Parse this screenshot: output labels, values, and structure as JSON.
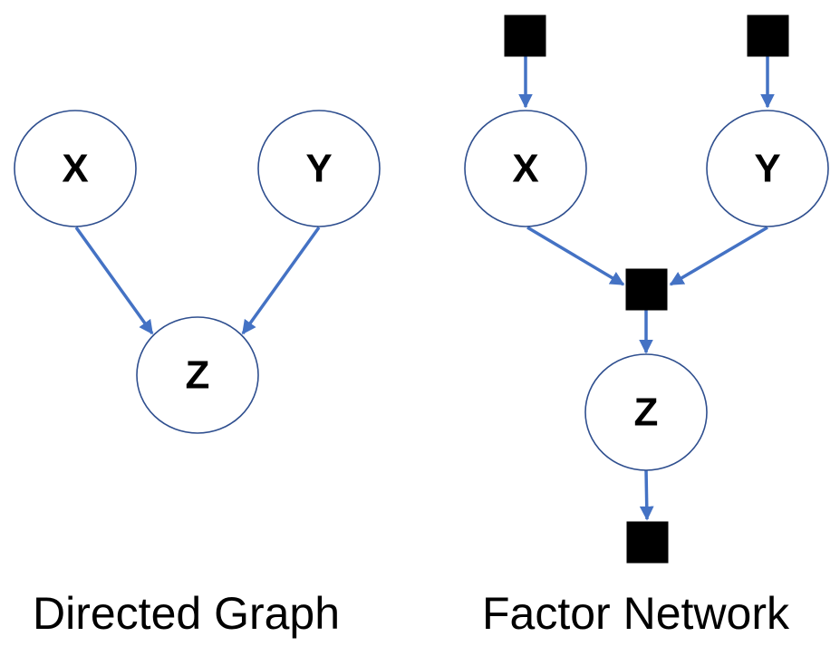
{
  "directed_graph": {
    "caption": "Directed Graph",
    "nodes": [
      {
        "id": "x",
        "label": "X"
      },
      {
        "id": "y",
        "label": "Y"
      },
      {
        "id": "z",
        "label": "Z"
      }
    ],
    "edges": [
      {
        "from": "x",
        "to": "z"
      },
      {
        "from": "y",
        "to": "z"
      }
    ]
  },
  "factor_network": {
    "caption": "Factor Network",
    "nodes": [
      {
        "id": "x",
        "label": "X"
      },
      {
        "id": "y",
        "label": "Y"
      },
      {
        "id": "z",
        "label": "Z"
      }
    ],
    "factors": [
      "f-x-prior",
      "f-y-prior",
      "f-xyz",
      "f-z-out"
    ],
    "edges": [
      {
        "from": "f-x-prior",
        "to": "x"
      },
      {
        "from": "f-y-prior",
        "to": "y"
      },
      {
        "from": "x",
        "to": "f-xyz"
      },
      {
        "from": "y",
        "to": "f-xyz"
      },
      {
        "from": "f-xyz",
        "to": "z"
      },
      {
        "from": "z",
        "to": "f-z-out"
      }
    ]
  },
  "colors": {
    "edge": "#4472c4",
    "node_border": "#2f4f8f",
    "factor": "#000000"
  }
}
